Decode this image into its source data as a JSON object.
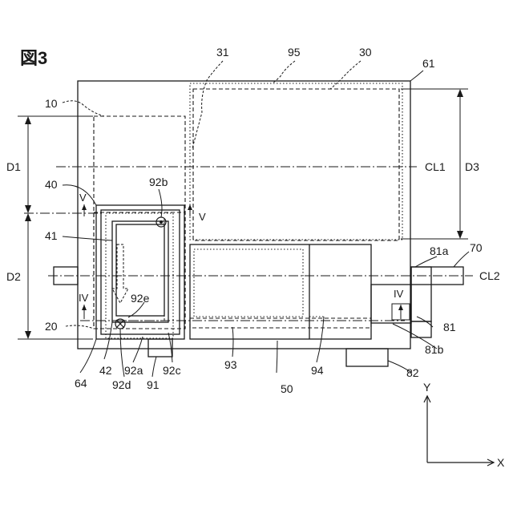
{
  "figure_title": "図3",
  "labels": {
    "l31": "31",
    "l95": "95",
    "l30": "30",
    "l61": "61",
    "l10": "10",
    "D1": "D1",
    "D2": "D2",
    "D3": "D3",
    "CL1": "CL1",
    "CL2": "CL2",
    "l40": "40",
    "l41": "41",
    "l92b": "92b",
    "V_left": "V",
    "V_right": "V",
    "IV_left": "IV",
    "IV_right": "IV",
    "l92e": "92e",
    "l20": "20",
    "l81a": "81a",
    "l70": "70",
    "l81": "81",
    "l81b": "81b",
    "l82": "82",
    "l93": "93",
    "l94": "94",
    "l50": "50",
    "l64": "64",
    "l42": "42",
    "l92a": "92a",
    "l92c": "92c",
    "l92d": "92d",
    "l91": "91",
    "axis_y": "Y",
    "axis_x": "X"
  }
}
